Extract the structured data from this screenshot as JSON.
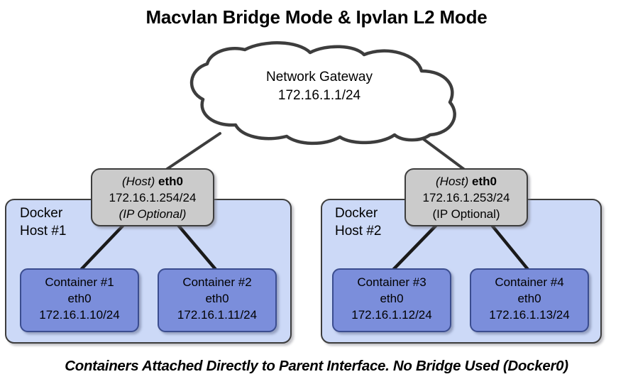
{
  "diagram": {
    "title": "Macvlan Bridge Mode & Ipvlan L2 Mode",
    "caption": "Containers Attached Directly to Parent Interface. No Bridge Used (Docker0)",
    "cloud": {
      "name": "Network Gateway",
      "ip": "172.16.1.1/24"
    },
    "hosts": [
      {
        "label": "Docker\nHost #1",
        "interface": {
          "role": "(Host)",
          "name": "eth0",
          "ip": "172.16.1.254/24",
          "note": "(IP Optional)"
        }
      },
      {
        "label": "Docker\nHost #2",
        "interface": {
          "role": "(Host)",
          "name": "eth0",
          "ip": "172.16.1.253/24",
          "note": "(IP Optional)"
        }
      }
    ],
    "containers": [
      {
        "name": "Container #1",
        "interface": "eth0",
        "ip": "172.16.1.10/24"
      },
      {
        "name": "Container #2",
        "interface": "eth0",
        "ip": "172.16.1.11/24"
      },
      {
        "name": "Container #3",
        "interface": "eth0",
        "ip": "172.16.1.12/24"
      },
      {
        "name": "Container #4",
        "interface": "eth0",
        "ip": "172.16.1.13/24"
      }
    ],
    "colors": {
      "host_fill": "#ccd9f7",
      "container_fill": "#7b8edb",
      "interface_fill": "#cbcbcb",
      "cloud_fill": "#ffffff",
      "stroke": "#3d3d3d",
      "text": "#000000"
    }
  }
}
